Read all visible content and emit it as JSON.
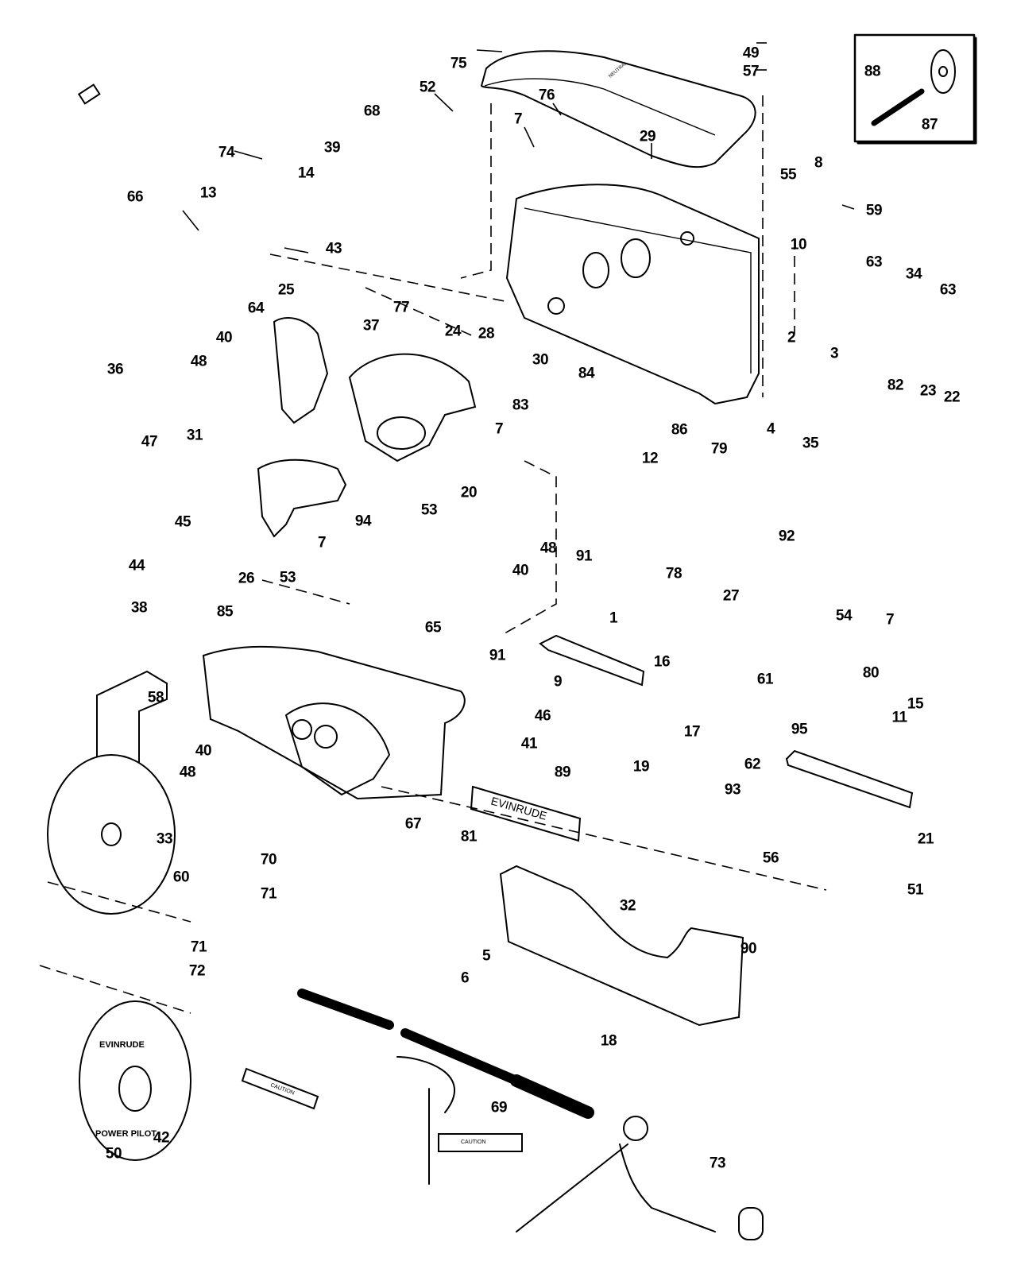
{
  "diagram": {
    "type": "exploded-parts-diagram",
    "subject": "Evinrude Power Pilot remote control box",
    "decals": {
      "neutral_mark": "NEUTRAL",
      "nameplate_89": "EVINRUDE",
      "hub_cover_top": "EVINRUDE",
      "hub_cover_bottom": "POWER PILOT",
      "caution_tag_1": "CAUTION",
      "caution_tag_2": "CAUTION"
    },
    "inset": {
      "parts": [
        "88",
        "87"
      ]
    },
    "callouts": [
      {
        "id": "75",
        "label": "75"
      },
      {
        "id": "49",
        "label": "49"
      },
      {
        "id": "57",
        "label": "57"
      },
      {
        "id": "88",
        "label": "88"
      },
      {
        "id": "87",
        "label": "87"
      },
      {
        "id": "52",
        "label": "52"
      },
      {
        "id": "76",
        "label": "76"
      },
      {
        "id": "68",
        "label": "68"
      },
      {
        "id": "7a",
        "label": "7"
      },
      {
        "id": "29",
        "label": "29"
      },
      {
        "id": "74",
        "label": "74"
      },
      {
        "id": "39",
        "label": "39"
      },
      {
        "id": "8",
        "label": "8"
      },
      {
        "id": "55",
        "label": "55"
      },
      {
        "id": "59",
        "label": "59"
      },
      {
        "id": "66",
        "label": "66"
      },
      {
        "id": "13",
        "label": "13"
      },
      {
        "id": "14",
        "label": "14"
      },
      {
        "id": "43",
        "label": "43"
      },
      {
        "id": "10",
        "label": "10"
      },
      {
        "id": "63a",
        "label": "63"
      },
      {
        "id": "34",
        "label": "34"
      },
      {
        "id": "63b",
        "label": "63"
      },
      {
        "id": "25",
        "label": "25"
      },
      {
        "id": "64",
        "label": "64"
      },
      {
        "id": "77",
        "label": "77"
      },
      {
        "id": "37",
        "label": "37"
      },
      {
        "id": "24",
        "label": "24"
      },
      {
        "id": "28",
        "label": "28"
      },
      {
        "id": "40a",
        "label": "40"
      },
      {
        "id": "48a",
        "label": "48"
      },
      {
        "id": "36",
        "label": "36"
      },
      {
        "id": "30",
        "label": "30"
      },
      {
        "id": "84",
        "label": "84"
      },
      {
        "id": "2",
        "label": "2"
      },
      {
        "id": "3",
        "label": "3"
      },
      {
        "id": "82",
        "label": "82"
      },
      {
        "id": "23",
        "label": "23"
      },
      {
        "id": "22",
        "label": "22"
      },
      {
        "id": "83",
        "label": "83"
      },
      {
        "id": "7b",
        "label": "7"
      },
      {
        "id": "86",
        "label": "86"
      },
      {
        "id": "12",
        "label": "12"
      },
      {
        "id": "79",
        "label": "79"
      },
      {
        "id": "4",
        "label": "4"
      },
      {
        "id": "35",
        "label": "35"
      },
      {
        "id": "47",
        "label": "47"
      },
      {
        "id": "31",
        "label": "31"
      },
      {
        "id": "20",
        "label": "20"
      },
      {
        "id": "45",
        "label": "45"
      },
      {
        "id": "53a",
        "label": "53"
      },
      {
        "id": "94",
        "label": "94"
      },
      {
        "id": "48b",
        "label": "48"
      },
      {
        "id": "40b",
        "label": "40"
      },
      {
        "id": "91a",
        "label": "91"
      },
      {
        "id": "92",
        "label": "92"
      },
      {
        "id": "78",
        "label": "78"
      },
      {
        "id": "44",
        "label": "44"
      },
      {
        "id": "7c",
        "label": "7"
      },
      {
        "id": "26",
        "label": "26"
      },
      {
        "id": "53b",
        "label": "53"
      },
      {
        "id": "65",
        "label": "65"
      },
      {
        "id": "27",
        "label": "27"
      },
      {
        "id": "54",
        "label": "54"
      },
      {
        "id": "7d",
        "label": "7"
      },
      {
        "id": "38",
        "label": "38"
      },
      {
        "id": "85",
        "label": "85"
      },
      {
        "id": "1",
        "label": "1"
      },
      {
        "id": "91b",
        "label": "91"
      },
      {
        "id": "16",
        "label": "16"
      },
      {
        "id": "80",
        "label": "80"
      },
      {
        "id": "9",
        "label": "9"
      },
      {
        "id": "58",
        "label": "58"
      },
      {
        "id": "46",
        "label": "46"
      },
      {
        "id": "61",
        "label": "61"
      },
      {
        "id": "15",
        "label": "15"
      },
      {
        "id": "41",
        "label": "41"
      },
      {
        "id": "17",
        "label": "17"
      },
      {
        "id": "11",
        "label": "11"
      },
      {
        "id": "95",
        "label": "95"
      },
      {
        "id": "40c",
        "label": "40"
      },
      {
        "id": "89",
        "label": "89"
      },
      {
        "id": "48c",
        "label": "48"
      },
      {
        "id": "19",
        "label": "19"
      },
      {
        "id": "62",
        "label": "62"
      },
      {
        "id": "93",
        "label": "93"
      },
      {
        "id": "33",
        "label": "33"
      },
      {
        "id": "21",
        "label": "21"
      },
      {
        "id": "67",
        "label": "67"
      },
      {
        "id": "60",
        "label": "60"
      },
      {
        "id": "70",
        "label": "70"
      },
      {
        "id": "81",
        "label": "81"
      },
      {
        "id": "71a",
        "label": "71"
      },
      {
        "id": "56",
        "label": "56"
      },
      {
        "id": "51",
        "label": "51"
      },
      {
        "id": "32",
        "label": "32"
      },
      {
        "id": "90",
        "label": "90"
      },
      {
        "id": "71b",
        "label": "71"
      },
      {
        "id": "72",
        "label": "72"
      },
      {
        "id": "5",
        "label": "5"
      },
      {
        "id": "6",
        "label": "6"
      },
      {
        "id": "18",
        "label": "18"
      },
      {
        "id": "69",
        "label": "69"
      },
      {
        "id": "50",
        "label": "50"
      },
      {
        "id": "42",
        "label": "42"
      },
      {
        "id": "73",
        "label": "73"
      }
    ]
  }
}
